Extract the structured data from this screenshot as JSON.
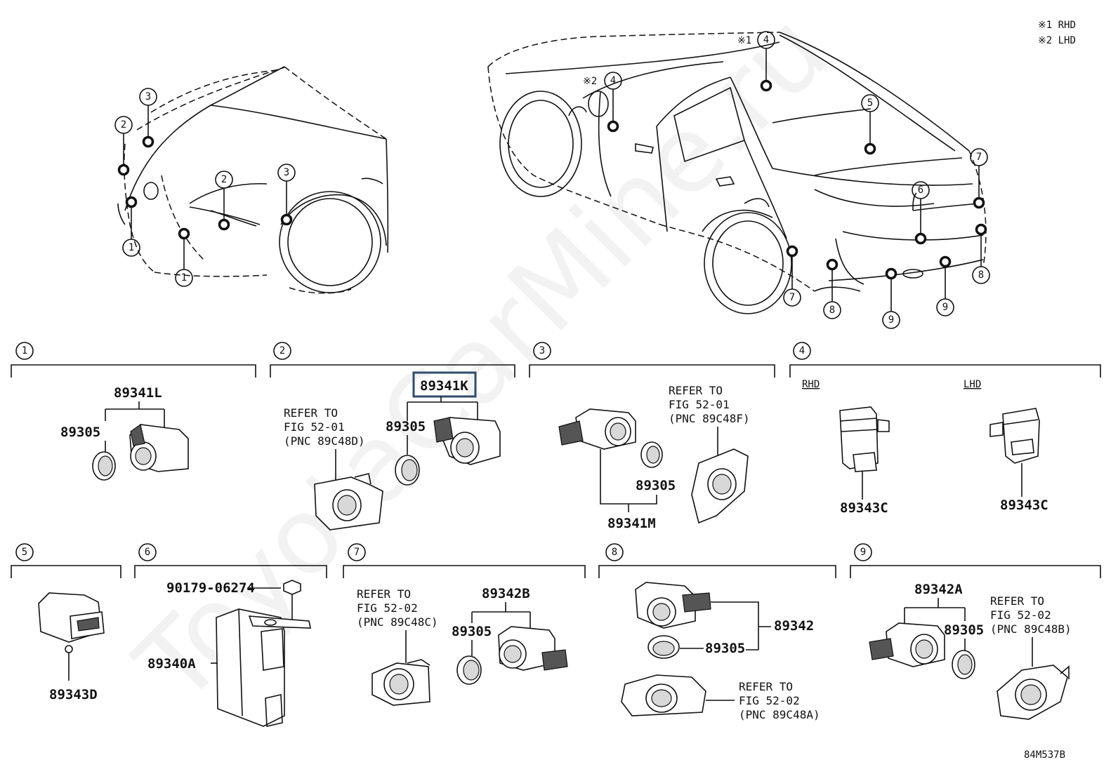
{
  "notes": {
    "rhd": "※1 RHD",
    "lhd": "※2 LHD",
    "mark1": "※1",
    "mark2": "※2"
  },
  "watermark": "ToyotaCarMine.ru",
  "diagram_id": "84M537B",
  "callouts": [
    "1",
    "2",
    "3",
    "4",
    "5",
    "6",
    "7",
    "8",
    "9"
  ],
  "groups": {
    "g1": {
      "num": "1",
      "parts": [
        "89341L",
        "89305"
      ]
    },
    "g2": {
      "num": "2",
      "parts": [
        "89341K",
        "89305"
      ],
      "ref": [
        "REFER TO",
        "FIG 52-01",
        "(PNC 89C48D)"
      ]
    },
    "g3": {
      "num": "3",
      "parts": [
        "89305",
        "89341M"
      ],
      "ref": [
        "REFER TO",
        "FIG 52-01",
        "(PNC 89C48F)"
      ]
    },
    "g4": {
      "num": "4",
      "rhd": "RHD",
      "lhd": "LHD",
      "parts": [
        "89343C",
        "89343C"
      ]
    },
    "g5": {
      "num": "5",
      "parts": [
        "89343D"
      ]
    },
    "g6": {
      "num": "6",
      "parts": [
        "90179-06274",
        "89340A"
      ]
    },
    "g7": {
      "num": "7",
      "parts": [
        "89342B",
        "89305"
      ],
      "ref": [
        "REFER TO",
        "FIG 52-02",
        "(PNC 89C48C)"
      ]
    },
    "g8": {
      "num": "8",
      "parts": [
        "89342",
        "89305"
      ],
      "ref": [
        "REFER TO",
        "FIG 52-02",
        "(PNC 89C48A)"
      ]
    },
    "g9": {
      "num": "9",
      "parts": [
        "89342A",
        "89305"
      ],
      "ref": [
        "REFER TO",
        "FIG 52-02",
        "(PNC 89C48B)"
      ]
    }
  },
  "highlight_color": "#2e4d6b"
}
